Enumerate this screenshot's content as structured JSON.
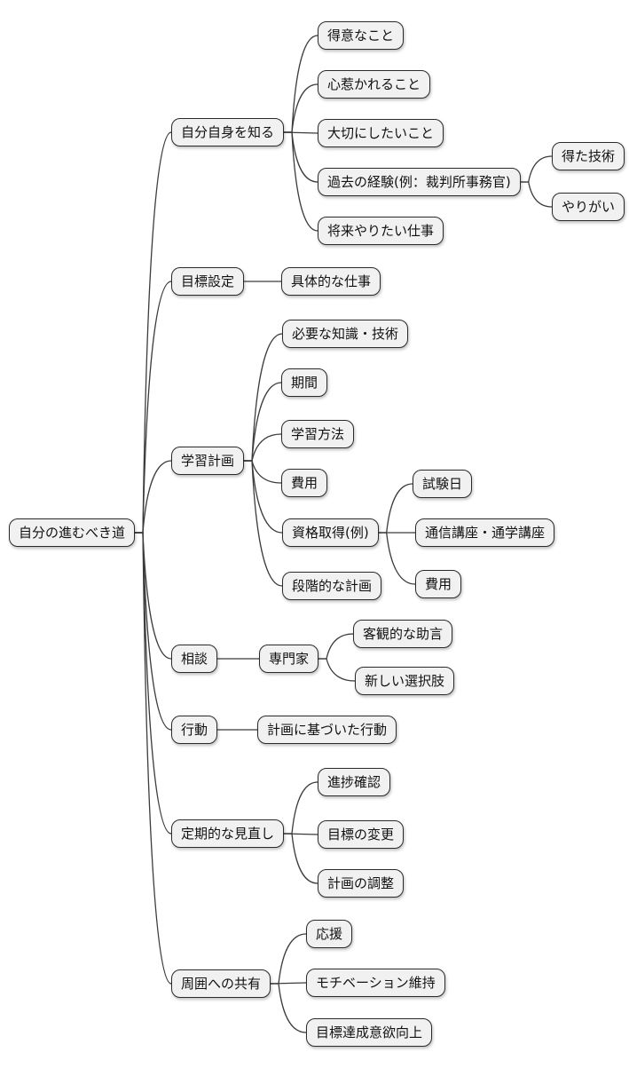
{
  "diagram": {
    "type": "mindmap",
    "background_color": "#ffffff",
    "node_fill_color": "#f1f1f1",
    "node_border_color": "#2b2b2b",
    "node_text_color": "#111111",
    "edge_color": "#3c3c3c",
    "nodes": [
      {
        "id": "root",
        "label": "自分の進むべき道"
      },
      {
        "id": "know-yourself",
        "label": "自分自身を知る"
      },
      {
        "id": "strengths",
        "label": "得意なこと"
      },
      {
        "id": "attractions",
        "label": "心惹かれること"
      },
      {
        "id": "values",
        "label": "大切にしたいこと"
      },
      {
        "id": "past-experience",
        "label": "過去の経験(例：裁判所事務官)"
      },
      {
        "id": "skills-gained",
        "label": "得た技術"
      },
      {
        "id": "fulfillment",
        "label": "やりがい"
      },
      {
        "id": "future-work",
        "label": "将来やりたい仕事"
      },
      {
        "id": "goal-setting",
        "label": "目標設定"
      },
      {
        "id": "concrete-job",
        "label": "具体的な仕事"
      },
      {
        "id": "study-plan",
        "label": "学習計画"
      },
      {
        "id": "required-knowledge",
        "label": "必要な知識・技術"
      },
      {
        "id": "duration",
        "label": "期間"
      },
      {
        "id": "study-method",
        "label": "学習方法"
      },
      {
        "id": "cost",
        "label": "費用"
      },
      {
        "id": "certification",
        "label": "資格取得(例)"
      },
      {
        "id": "exam-date",
        "label": "試験日"
      },
      {
        "id": "courses",
        "label": "通信講座・通学講座"
      },
      {
        "id": "cert-cost",
        "label": "費用"
      },
      {
        "id": "stepwise-plan",
        "label": "段階的な計画"
      },
      {
        "id": "consultation",
        "label": "相談"
      },
      {
        "id": "expert",
        "label": "専門家"
      },
      {
        "id": "objective-advice",
        "label": "客観的な助言"
      },
      {
        "id": "new-options",
        "label": "新しい選択肢"
      },
      {
        "id": "action",
        "label": "行動"
      },
      {
        "id": "plan-based-action",
        "label": "計画に基づいた行動"
      },
      {
        "id": "regular-review",
        "label": "定期的な見直し"
      },
      {
        "id": "progress-check",
        "label": "進捗確認"
      },
      {
        "id": "goal-change",
        "label": "目標の変更"
      },
      {
        "id": "plan-adjustment",
        "label": "計画の調整"
      },
      {
        "id": "sharing",
        "label": "周囲への共有"
      },
      {
        "id": "support",
        "label": "応援"
      },
      {
        "id": "motivation",
        "label": "モチベーション維持"
      },
      {
        "id": "goal-drive",
        "label": "目標達成意欲向上"
      }
    ],
    "edges": [
      [
        "root",
        "know-yourself"
      ],
      [
        "root",
        "goal-setting"
      ],
      [
        "root",
        "study-plan"
      ],
      [
        "root",
        "consultation"
      ],
      [
        "root",
        "action"
      ],
      [
        "root",
        "regular-review"
      ],
      [
        "root",
        "sharing"
      ],
      [
        "know-yourself",
        "strengths"
      ],
      [
        "know-yourself",
        "attractions"
      ],
      [
        "know-yourself",
        "values"
      ],
      [
        "know-yourself",
        "past-experience"
      ],
      [
        "know-yourself",
        "future-work"
      ],
      [
        "past-experience",
        "skills-gained"
      ],
      [
        "past-experience",
        "fulfillment"
      ],
      [
        "goal-setting",
        "concrete-job"
      ],
      [
        "study-plan",
        "required-knowledge"
      ],
      [
        "study-plan",
        "duration"
      ],
      [
        "study-plan",
        "study-method"
      ],
      [
        "study-plan",
        "cost"
      ],
      [
        "study-plan",
        "certification"
      ],
      [
        "study-plan",
        "stepwise-plan"
      ],
      [
        "certification",
        "exam-date"
      ],
      [
        "certification",
        "courses"
      ],
      [
        "certification",
        "cert-cost"
      ],
      [
        "consultation",
        "expert"
      ],
      [
        "expert",
        "objective-advice"
      ],
      [
        "expert",
        "new-options"
      ],
      [
        "action",
        "plan-based-action"
      ],
      [
        "regular-review",
        "progress-check"
      ],
      [
        "regular-review",
        "goal-change"
      ],
      [
        "regular-review",
        "plan-adjustment"
      ],
      [
        "sharing",
        "support"
      ],
      [
        "sharing",
        "motivation"
      ],
      [
        "sharing",
        "goal-drive"
      ]
    ]
  }
}
